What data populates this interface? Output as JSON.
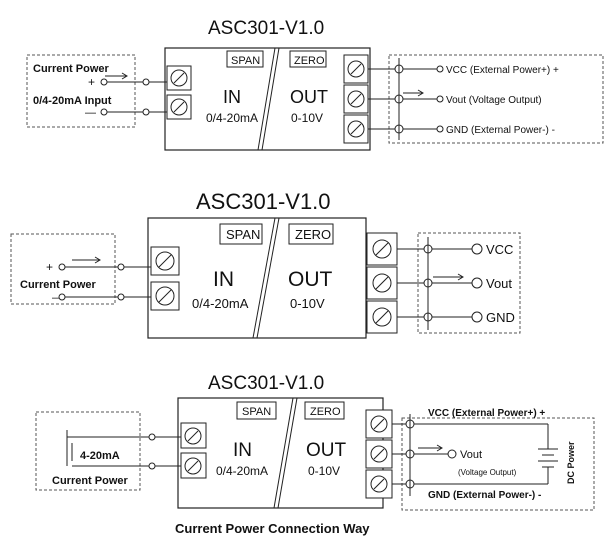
{
  "diagrams": [
    {
      "title": "ASC301-V1.0",
      "span_label": "SPAN",
      "zero_label": "ZERO",
      "in_label": "IN",
      "in_range": "0/4-20mA",
      "out_label": "OUT",
      "out_range": "0-10V",
      "source_title": "Current Power",
      "source_sub": "0/4-20mA Input",
      "plus": "+",
      "minus": "—",
      "vcc": "VCC (External Power+) +",
      "vout": "Vout (Voltage Output)",
      "gnd": "GND (External Power-) -"
    },
    {
      "title": "ASC301-V1.0",
      "span_label": "SPAN",
      "zero_label": "ZERO",
      "in_label": "IN",
      "in_range": "0/4-20mA",
      "out_label": "OUT",
      "out_range": "0-10V",
      "source_title": "Current Power",
      "plus": "+",
      "minus": "—",
      "vcc": "VCC",
      "vout": "Vout",
      "gnd": "GND"
    },
    {
      "title": "ASC301-V1.0",
      "span_label": "SPAN",
      "zero_label": "ZERO",
      "in_label": "IN",
      "in_range": "0/4-20mA",
      "out_label": "OUT",
      "out_range": "0-10V",
      "source_title": "Current Power",
      "source_sub": "4-20mA",
      "vcc": "VCC (External Power+) +",
      "vout": "Vout",
      "vout_sub": "(Voltage Output)",
      "gnd": "GND (External Power-) -",
      "dc_power": "DC Power"
    }
  ],
  "caption": "Current Power Connection Way"
}
